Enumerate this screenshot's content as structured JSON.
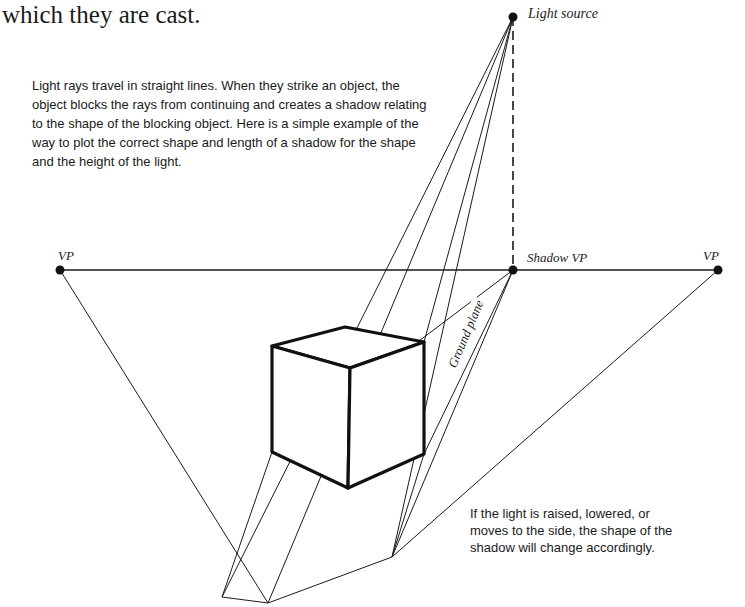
{
  "diagram": {
    "labels": [
      "which they are cast.",
      "Light source",
      "Light rays travel in straight lines. When they strike an object, the object blocks the rays from continuing and creates a shadow relating to the shape of the blocking object. Here is a simple example of the way to plot the correct shape and length of a shadow for the shape and the height of the light.",
      "VP",
      "Shadow VP",
      "VP",
      "Ground plane",
      "If the light is raised, lowered, or moves to the side, the shape of the shadow will change accordingly."
    ]
  }
}
